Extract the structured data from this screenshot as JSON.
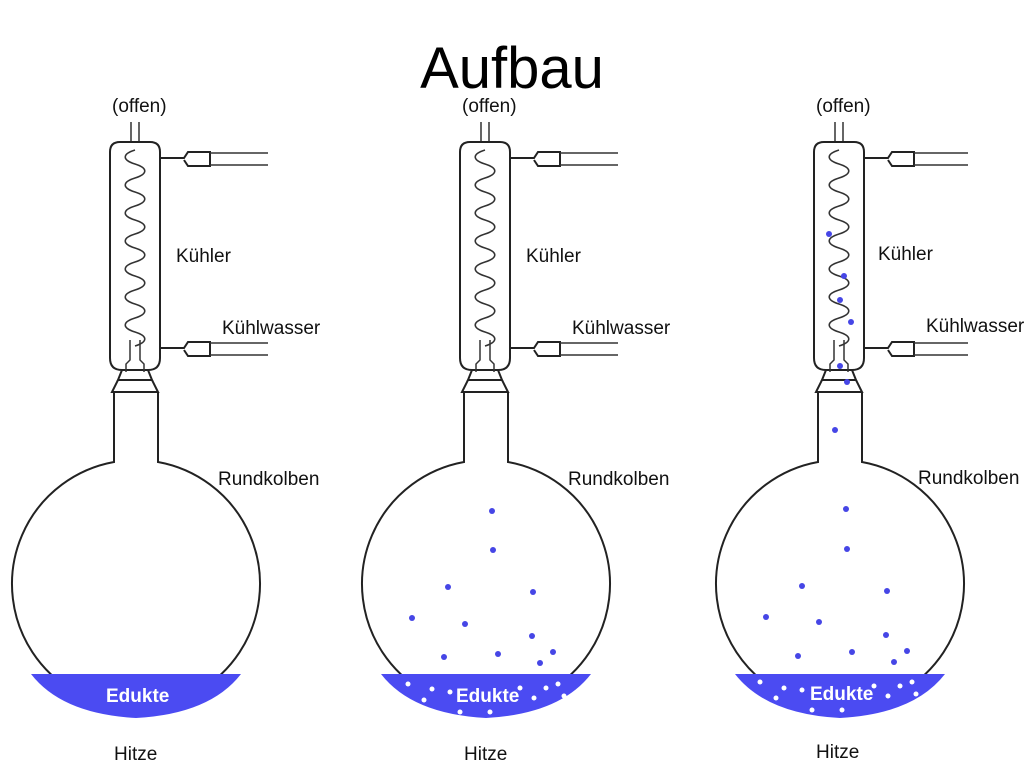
{
  "title": "Aufbau",
  "colors": {
    "liquid": "#4b4bf2",
    "dot": "#4646e6",
    "outline": "#222222"
  },
  "apparatus": [
    {
      "labels": {
        "top": "(offen)",
        "condenser": "Kühler",
        "water": "Kühlwasser",
        "flask": "Rundkolben",
        "liquid": "Edukte",
        "heat": "Hitze"
      },
      "stage": "cold"
    },
    {
      "labels": {
        "top": "(offen)",
        "condenser": "Kühler",
        "water": "Kühlwasser",
        "flask": "Rundkolben",
        "liquid": "Edukte",
        "heat": "Hitze"
      },
      "stage": "boiling"
    },
    {
      "labels": {
        "top": "(offen)",
        "condenser": "Kühler",
        "water": "Kühlwasser",
        "flask": "Rundkolben",
        "liquid": "Edukte",
        "heat": "Hitze"
      },
      "stage": "refluxing"
    }
  ]
}
